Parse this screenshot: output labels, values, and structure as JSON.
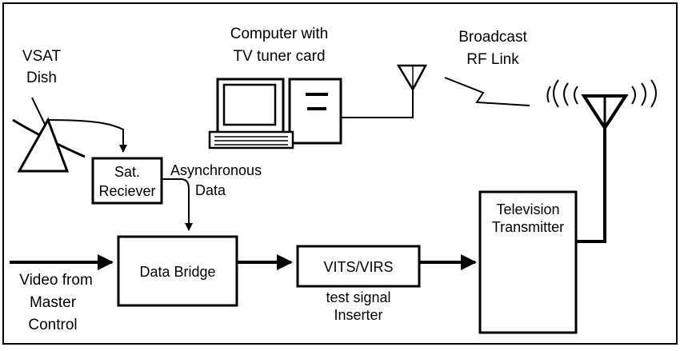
{
  "labels": {
    "computer": [
      "Computer with",
      "TV tuner card"
    ],
    "broadcast_link": [
      "Broadcast",
      "RF Link"
    ],
    "vsat": [
      "VSAT",
      "Dish"
    ],
    "sat_receiver": [
      "Sat.",
      "Reciever"
    ],
    "async_data": [
      "Asynchronous",
      "Data"
    ],
    "tv_transmitter": [
      "Television",
      "Transmitter"
    ],
    "data_bridge": "Data Bridge",
    "vits": "VITS/VIRS",
    "inserter": [
      "test signal",
      "Inserter"
    ],
    "video_source": [
      "Video from",
      "Master",
      "Control"
    ]
  },
  "icons": {
    "computer": "desktop-computer-icon",
    "dish": "satellite-dish-icon",
    "receive_antenna": "antenna-icon",
    "transmit_antenna": "broadcast-antenna-icon",
    "rf_link": "lightning-link-icon"
  }
}
